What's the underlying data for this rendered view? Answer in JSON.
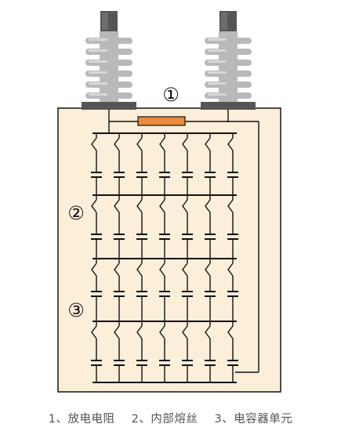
{
  "colors": {
    "tank_fill": "#fbefd9",
    "tank_stroke": "#222222",
    "bushing_body": "#b9b9b9",
    "bushing_highlight": "#d8d8d8",
    "bushing_cap": "#555555",
    "resistor": "#e98c3c",
    "line": "#111111",
    "caption": "#555555"
  },
  "markers": [
    "①",
    "②",
    "③"
  ],
  "caption": {
    "items": [
      "1、放电电阻",
      "2、内部熔丝",
      "3、电容器单元"
    ]
  }
}
